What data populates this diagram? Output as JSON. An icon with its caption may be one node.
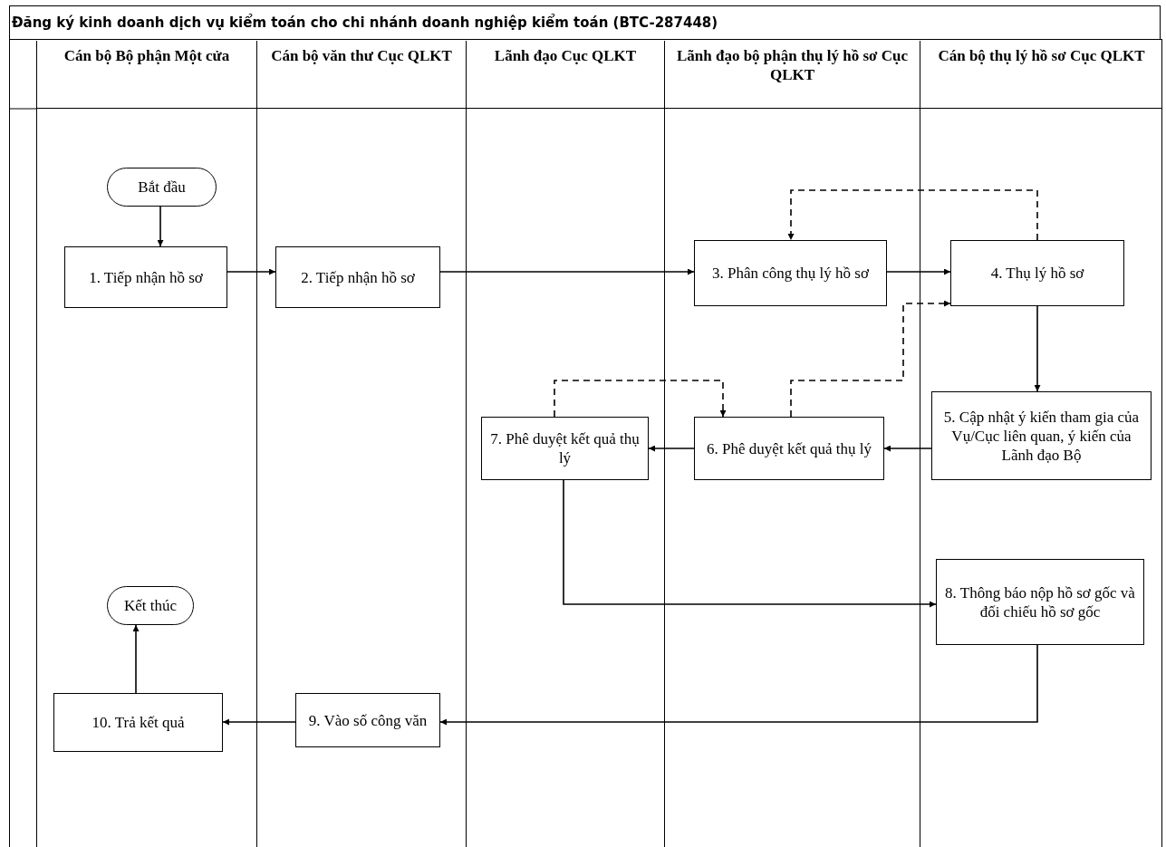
{
  "diagram": {
    "title": "Đăng ký kinh doanh dịch vụ kiểm toán cho chi nhánh doanh nghiệp kiểm toán  (BTC-287448)",
    "nodes": [
      {
        "text": [
          "Cán bộ Bộ phận Một cửa"
        ]
      },
      {
        "text": [
          "Cán bộ văn thư Cục QLKT"
        ]
      },
      {
        "text": [
          "Lãnh đạo Cục QLKT"
        ]
      },
      {
        "text": [
          "Lãnh đạo bộ phận thụ lý hồ sơ Cục QLKT"
        ]
      },
      {
        "text": [
          "Cán bộ thụ lý hồ sơ Cục QLKT"
        ]
      },
      {
        "text": [
          "Bắt đầu"
        ],
        "in": 0
      },
      {
        "text": [
          "1. Tiếp nhận hồ sơ"
        ],
        "in": 0
      },
      {
        "text": [
          "2. Tiếp nhận hồ sơ"
        ],
        "in": 1
      },
      {
        "text": [
          "3. Phân công thụ lý hồ sơ"
        ],
        "in": 3
      },
      {
        "text": [
          "4. Thụ lý hồ sơ"
        ],
        "in": 4
      },
      {
        "text": [
          "7. Phê duyệt kết quả thụ lý"
        ],
        "in": 2
      },
      {
        "text": [
          "6. Phê duyệt kết quả thụ lý"
        ],
        "in": 3
      },
      {
        "text": [
          "5. Cập nhật ý kiến tham gia của Vụ/Cục liên quan, ý kiến của Lãnh đạo Bộ"
        ],
        "in": 4
      },
      {
        "text": [
          "8. Thông báo nộp hồ sơ gốc và đối chiếu hồ sơ gốc"
        ],
        "in": 4
      },
      {
        "text": [
          "Kết thúc"
        ],
        "in": 0
      },
      {
        "text": [
          "10. Trả kết quả"
        ],
        "in": 0
      },
      {
        "text": [
          "9. Vào số công văn"
        ],
        "in": 1
      }
    ],
    "edges": [
      {
        "from": 5,
        "to": 6,
        "arrow": "to"
      },
      {
        "from": 6,
        "to": 7,
        "arrow": "to"
      },
      {
        "from": 7,
        "to": 8,
        "arrow": "to"
      },
      {
        "from": 8,
        "to": 9,
        "arrow": "to"
      },
      {
        "from": 9,
        "to": 8,
        "arrow": "to",
        "style": "dashed"
      },
      {
        "from": 9,
        "to": 12,
        "arrow": "to"
      },
      {
        "from": 12,
        "to": 11,
        "arrow": "to"
      },
      {
        "from": 11,
        "to": 10,
        "arrow": "to"
      },
      {
        "from": 10,
        "to": 11,
        "arrow": "to",
        "style": "dashed"
      },
      {
        "from": 11,
        "to": 9,
        "arrow": "to",
        "style": "dashed"
      },
      {
        "from": 10,
        "to": 13,
        "arrow": "to"
      },
      {
        "from": 13,
        "to": 16,
        "arrow": "to"
      },
      {
        "from": 16,
        "to": 15,
        "arrow": "to"
      },
      {
        "from": 15,
        "to": 14,
        "arrow": "to"
      }
    ]
  }
}
